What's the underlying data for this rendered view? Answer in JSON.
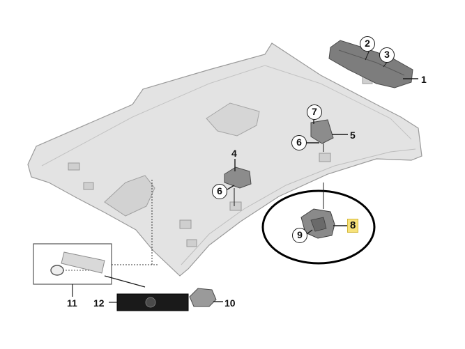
{
  "diagram": {
    "callouts": {
      "c1": "1",
      "c2": "2",
      "c3": "3",
      "c4": "4",
      "c5": "5",
      "c6a": "6",
      "c6b": "6",
      "c7": "7",
      "c8": "8",
      "c9": "9",
      "c10": "10",
      "c11": "11",
      "c12": "12"
    },
    "colors": {
      "part_fill": "#e3e3e3",
      "part_stroke": "#9a9a9a",
      "highlight": "#f7e27a",
      "ellipse": "#000000"
    }
  }
}
